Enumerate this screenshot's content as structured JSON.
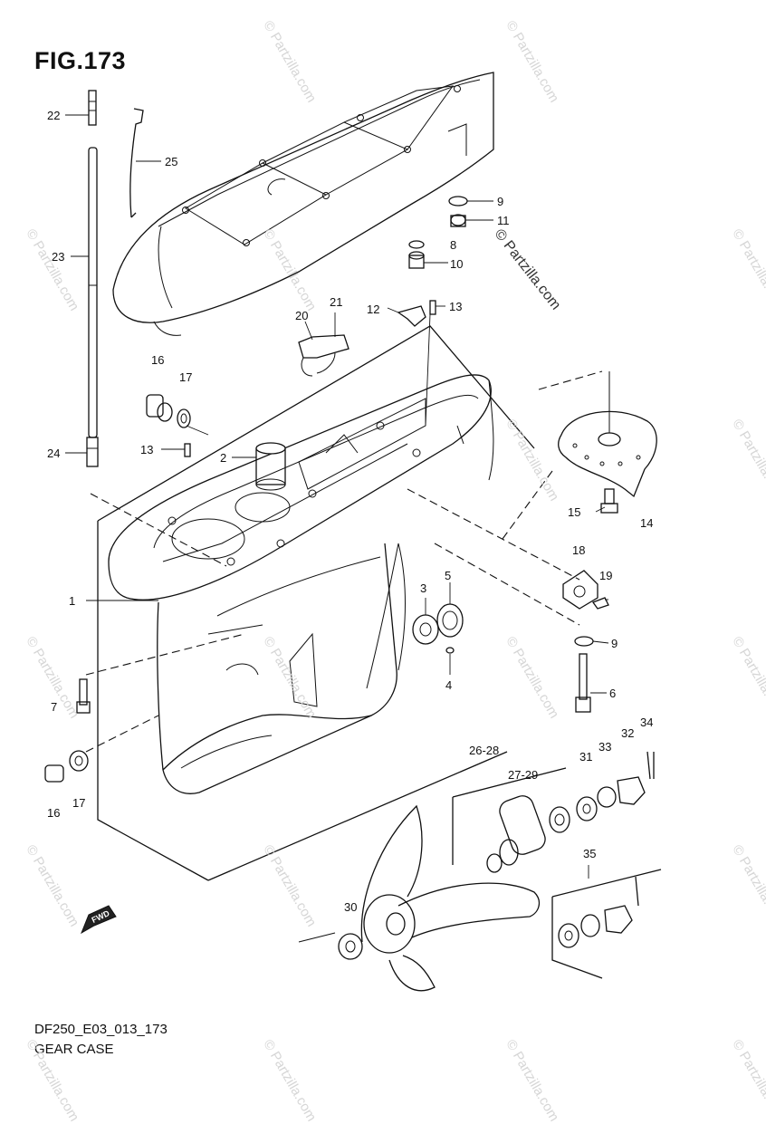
{
  "figure": {
    "title": "FIG.173",
    "code": "DF250_E03_013_173",
    "name": "GEAR CASE"
  },
  "watermark": {
    "main": "© Partzilla.com",
    "repeat": "© Partzilla.com"
  },
  "callouts": {
    "c1": "1",
    "c2": "2",
    "c3": "3",
    "c4": "4",
    "c5": "5",
    "c6": "6",
    "c7": "7",
    "c8": "8",
    "c9a": "9",
    "c9b": "9",
    "c10": "10",
    "c11": "11",
    "c12": "12",
    "c13a": "13",
    "c13b": "13",
    "c14": "14",
    "c15": "15",
    "c16a": "16",
    "c16b": "16",
    "c17a": "17",
    "c17b": "17",
    "c18": "18",
    "c19": "19",
    "c20": "20",
    "c21": "21",
    "c22": "22",
    "c23": "23",
    "c24": "24",
    "c25": "25",
    "c26": "26-28",
    "c27": "27-29",
    "c30": "30",
    "c31": "31",
    "c32": "32",
    "c33": "33",
    "c34": "34",
    "c35": "35"
  },
  "fwd_marker": "FWD"
}
